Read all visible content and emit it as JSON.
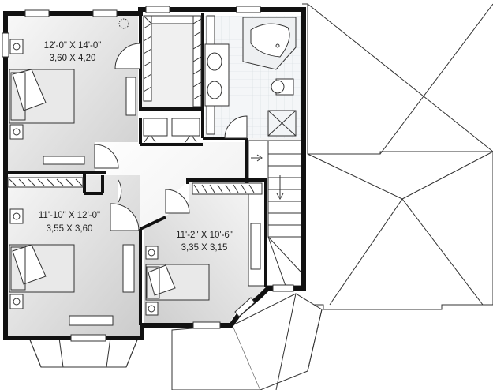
{
  "rooms": {
    "master_bedroom": {
      "dim_imperial": "12'-0\" X 14'-0\"",
      "dim_metric": "3,60 X 4,20"
    },
    "bedroom_2": {
      "dim_imperial": "11'-10\" X 12'-0\"",
      "dim_metric": "3,55 X 3,60"
    },
    "bedroom_3": {
      "dim_imperial": "11'-2\" X 10'-6\"",
      "dim_metric": "3,35 X 3,15"
    }
  },
  "colors": {
    "wall": "#111111",
    "line": "#333333",
    "floor": "#dcdcdc",
    "floor_light": "#f7f7f7",
    "background": "#ffffff"
  }
}
